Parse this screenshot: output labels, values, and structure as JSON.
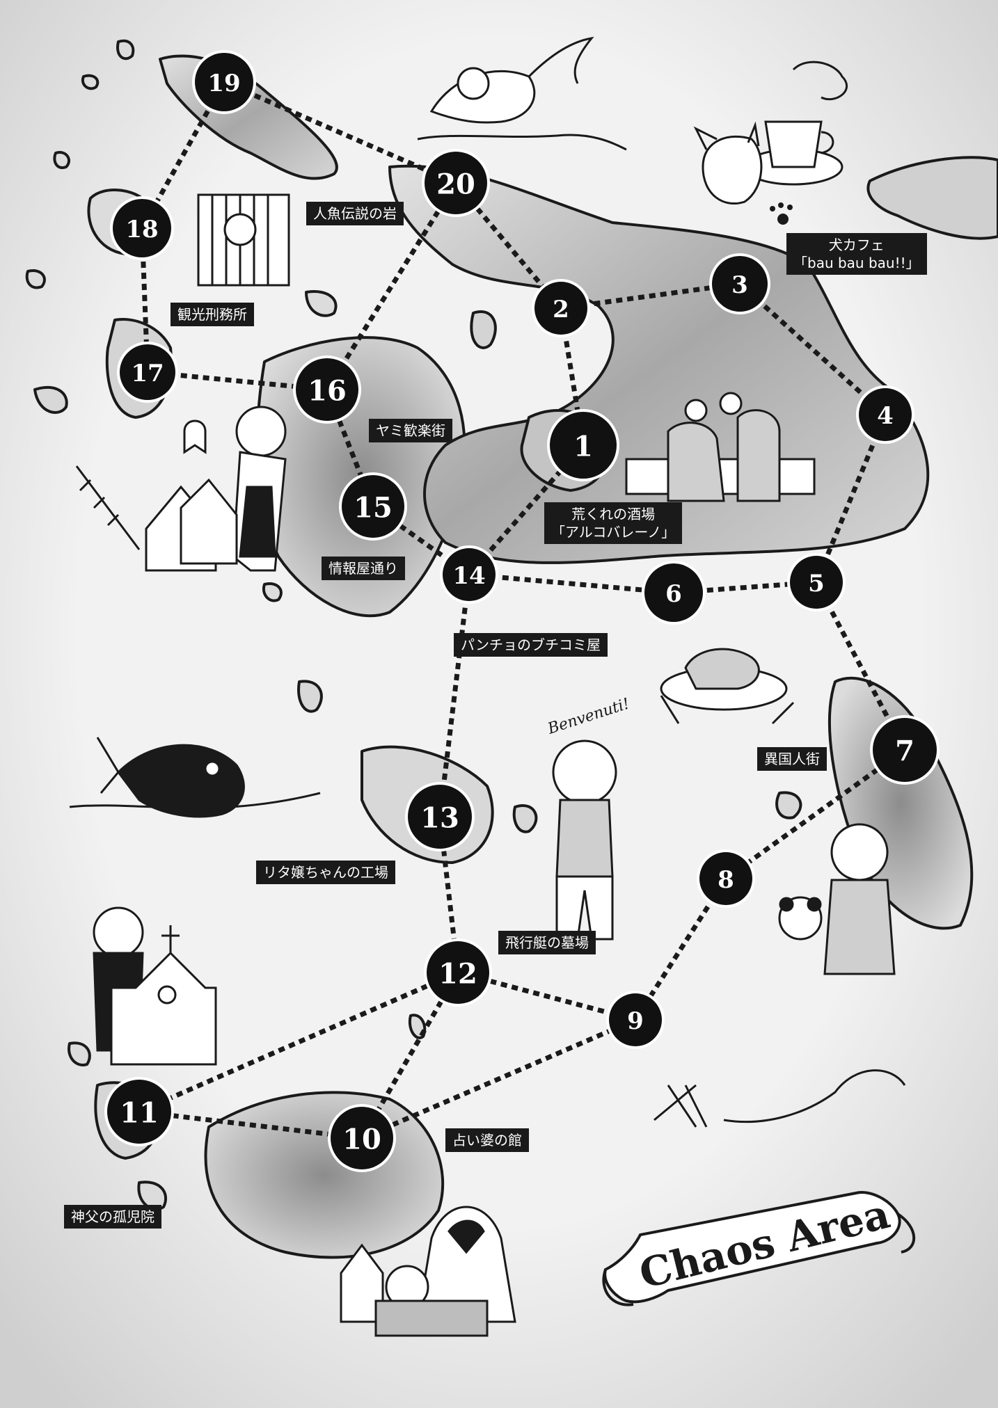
{
  "title": "Chaos Area",
  "colors": {
    "node": "#111111",
    "ink": "#1a1a1a",
    "water": "#ececec",
    "land_light": "#d9d9d9",
    "land_dark": "#9a9a9a"
  },
  "nodes": [
    {
      "id": "1",
      "label": "1"
    },
    {
      "id": "2",
      "label": "2"
    },
    {
      "id": "3",
      "label": "3"
    },
    {
      "id": "4",
      "label": "4"
    },
    {
      "id": "5",
      "label": "5"
    },
    {
      "id": "6",
      "label": "6"
    },
    {
      "id": "7",
      "label": "7"
    },
    {
      "id": "8",
      "label": "8"
    },
    {
      "id": "9",
      "label": "9"
    },
    {
      "id": "10",
      "label": "10"
    },
    {
      "id": "11",
      "label": "11"
    },
    {
      "id": "12",
      "label": "12"
    },
    {
      "id": "13",
      "label": "13"
    },
    {
      "id": "14",
      "label": "14"
    },
    {
      "id": "15",
      "label": "15"
    },
    {
      "id": "16",
      "label": "16"
    },
    {
      "id": "17",
      "label": "17"
    },
    {
      "id": "18",
      "label": "18"
    },
    {
      "id": "19",
      "label": "19"
    },
    {
      "id": "20",
      "label": "20"
    }
  ],
  "routes": [
    [
      "19",
      "20"
    ],
    [
      "19",
      "18"
    ],
    [
      "18",
      "17"
    ],
    [
      "17",
      "16"
    ],
    [
      "20",
      "16"
    ],
    [
      "20",
      "2"
    ],
    [
      "2",
      "3"
    ],
    [
      "2",
      "1"
    ],
    [
      "3",
      "4"
    ],
    [
      "4",
      "5"
    ],
    [
      "1",
      "14"
    ],
    [
      "16",
      "15"
    ],
    [
      "15",
      "14"
    ],
    [
      "14",
      "6"
    ],
    [
      "6",
      "5"
    ],
    [
      "5",
      "7"
    ],
    [
      "7",
      "8"
    ],
    [
      "8",
      "9"
    ],
    [
      "14",
      "13"
    ],
    [
      "13",
      "12"
    ],
    [
      "12",
      "9"
    ],
    [
      "12",
      "10"
    ],
    [
      "12",
      "11"
    ],
    [
      "11",
      "10"
    ],
    [
      "10",
      "9"
    ]
  ],
  "places": {
    "mermaid_rock": "人魚伝説の岩",
    "dog_cafe_line1": "犬カフェ",
    "dog_cafe_line2": "「bau bau bau!!」",
    "prison": "観光刑務所",
    "yami": "ヤミ歓楽街",
    "bar_line1": "荒くれの酒場",
    "bar_line2": "「アルコバレーノ」",
    "info_street": "情報屋通り",
    "pancho": "パンチョのブチコミ屋",
    "foreign_quarter": "異国人街",
    "rita": "リタ嬢ちゃんの工場",
    "graveyard": "飛行艇の墓場",
    "fortune": "占い婆の館",
    "orphanage": "神父の孤児院"
  },
  "decor_text": {
    "benvenuti": "Benvenuti!"
  },
  "icons": [
    "mermaid-icon",
    "coffee-cup-icon",
    "dog-icon",
    "paw-icon",
    "skull-cage-icon",
    "ghost-icon",
    "woman-icon",
    "fish-bone-icon",
    "house-icon",
    "bar-crowd-icon",
    "food-plate-icon",
    "whale-icon",
    "girl-mechanic-icon",
    "priest-icon",
    "church-icon",
    "panda-icon",
    "man-braid-icon",
    "airplane-icon",
    "fortune-teller-icon"
  ]
}
